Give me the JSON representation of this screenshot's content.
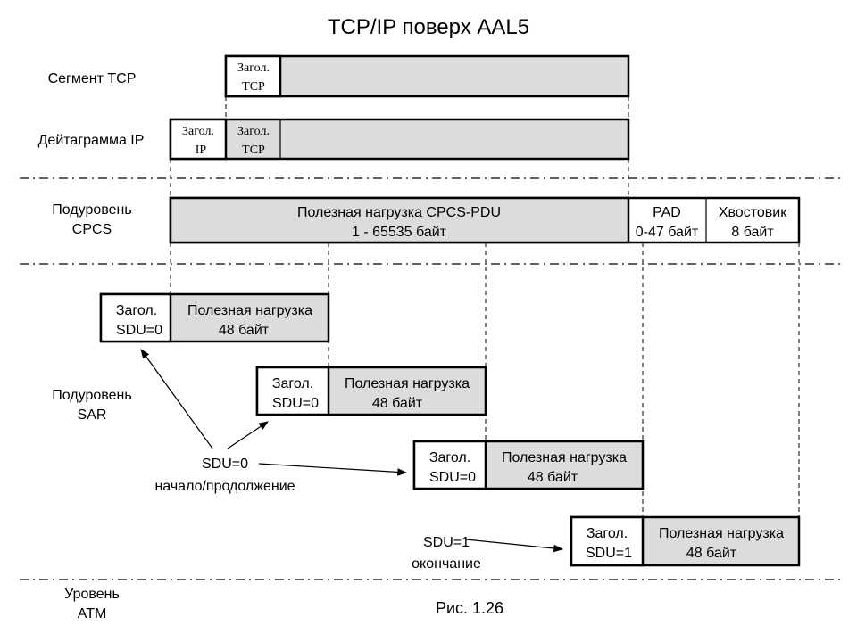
{
  "title": "TCP/IP поверх AAL5",
  "caption": "Рис. 1.26",
  "colors": {
    "payload_fill": "#dcdcdc",
    "header_fill": "#ffffff",
    "line": "#000000"
  },
  "rows": {
    "tcp_segment": "Сегмент TCP",
    "ip_datagram": "Дейтаграмма  IP",
    "cpcs": [
      "Подуровень",
      "CPCS"
    ],
    "sar": [
      "Подуровень",
      "SAR"
    ],
    "atm": [
      "Уровень",
      "ATM"
    ]
  },
  "tcp": {
    "hdr": [
      "Загол.",
      "TCP"
    ]
  },
  "ip": {
    "hdr_ip": [
      "Загол.",
      "IP"
    ],
    "hdr_tcp": [
      "Загол.",
      "TCP"
    ]
  },
  "cpcs": {
    "payload": [
      "Полезная нагрузка CPCS-PDU",
      "1 - 65535 байт"
    ],
    "pad": [
      "PAD",
      "0-47 байт"
    ],
    "trailer": [
      "Хвостовик",
      "8 байт"
    ]
  },
  "sar_cells": [
    {
      "hdr": [
        "Загол.",
        "SDU=0"
      ],
      "payload": [
        "Полезная нагрузка",
        "48 байт"
      ]
    },
    {
      "hdr": [
        "Загол.",
        "SDU=0"
      ],
      "payload": [
        "Полезная нагрузка",
        "48 байт"
      ]
    },
    {
      "hdr": [
        "Загол.",
        "SDU=0"
      ],
      "payload": [
        "Полезная нагрузка",
        "48 байт"
      ]
    },
    {
      "hdr": [
        "Загол.",
        "SDU=1"
      ],
      "payload": [
        "Полезная нагрузка",
        "48 байт"
      ]
    }
  ],
  "annotations": {
    "sdu0": [
      "SDU=0",
      "начало/продолжение"
    ],
    "sdu1": [
      "SDU=1",
      "окончание"
    ]
  }
}
